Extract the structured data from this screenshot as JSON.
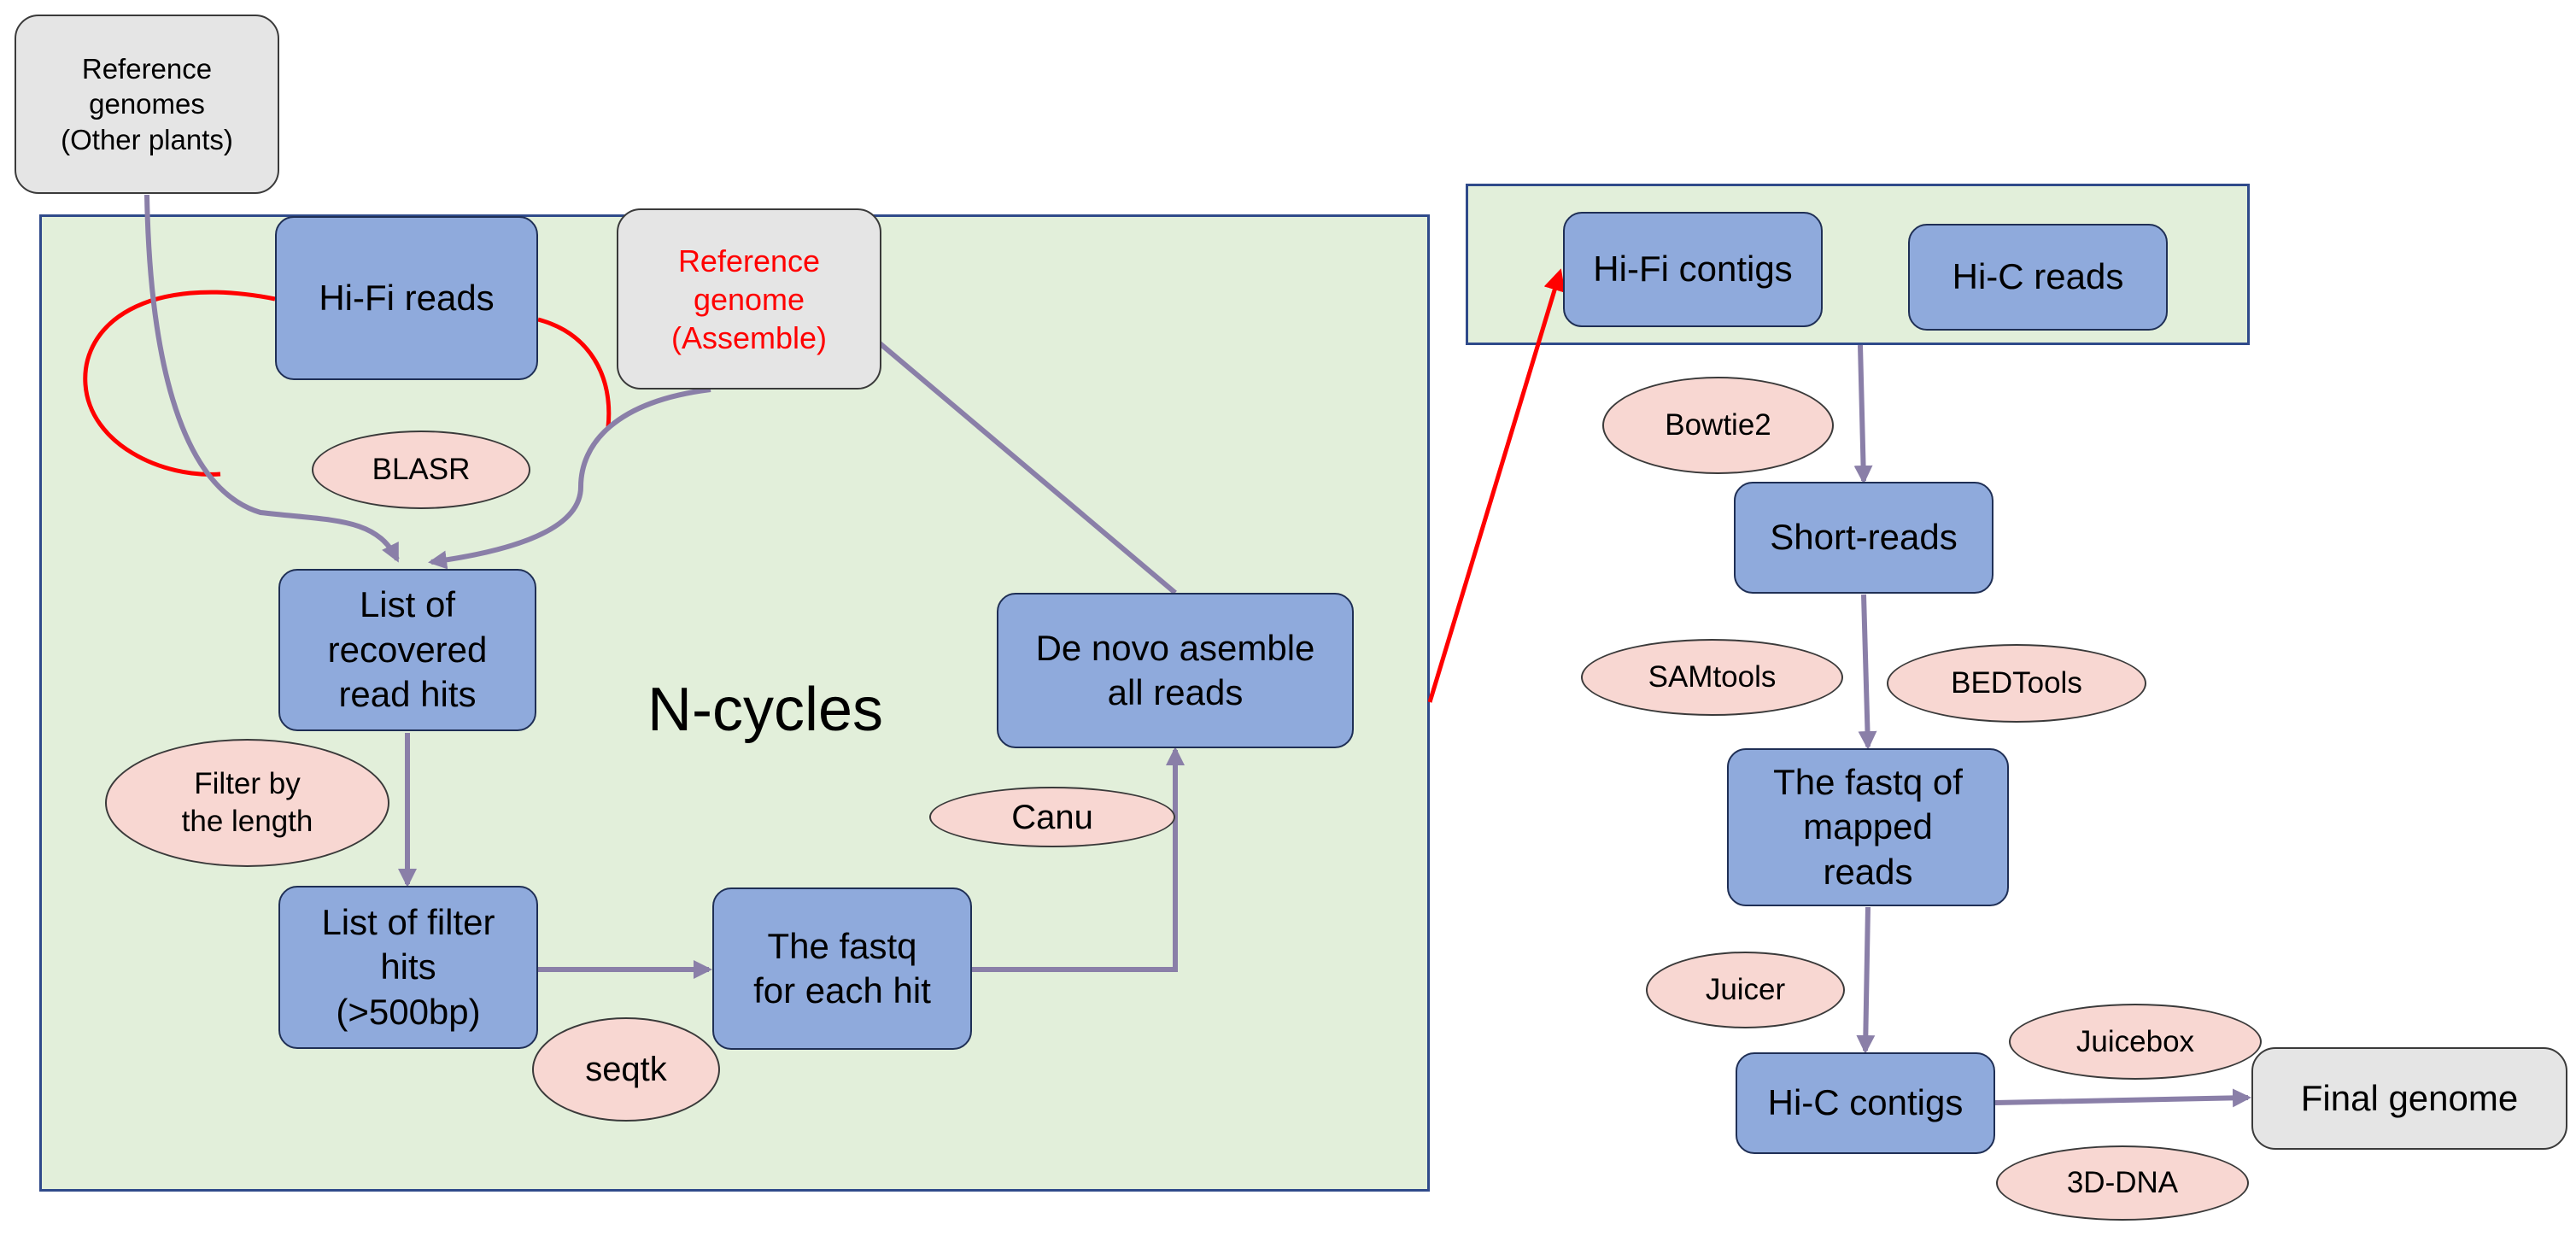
{
  "cycle": {
    "label": "N-cycles",
    "ref_other": "Reference\ngenomes\n(Other plants)",
    "hifi_reads": "Hi-Fi reads",
    "ref_assemble": "Reference\ngenome\n(Assemble)",
    "blasr": "BLASR",
    "list_recovered": "List of\nrecovered\nread hits",
    "filter_length": "Filter by\nthe length",
    "list_filter": "List of  filter\nhits\n(>500bp)",
    "seqtk": "seqtk",
    "fastq_each": "The fastq\nfor each hit",
    "canu": "Canu",
    "denovo": "De novo asemble\nall reads"
  },
  "scaffold": {
    "hifi_contigs": "Hi-Fi contigs",
    "hic_reads": "Hi-C reads",
    "bowtie2": "Bowtie2",
    "short_reads": "Short-reads",
    "samtools": "SAMtools",
    "bedtools": "BEDTools",
    "fastq_mapped": "The fastq of\nmapped\nreads",
    "juicer": "Juicer",
    "hic_contigs": "Hi-C contigs",
    "juicebox": "Juicebox",
    "dna3d": "3D-DNA",
    "final_genome": "Final genome"
  },
  "colors": {
    "panel_fill": "#e2efda",
    "panel_border": "#2f4a8a",
    "box_fill": "#8faadc",
    "tool_fill": "#f8d7d2",
    "ref_fill": "#e5e5e5",
    "arrow": "#8a7fa8",
    "highlight": "#ff0000"
  }
}
